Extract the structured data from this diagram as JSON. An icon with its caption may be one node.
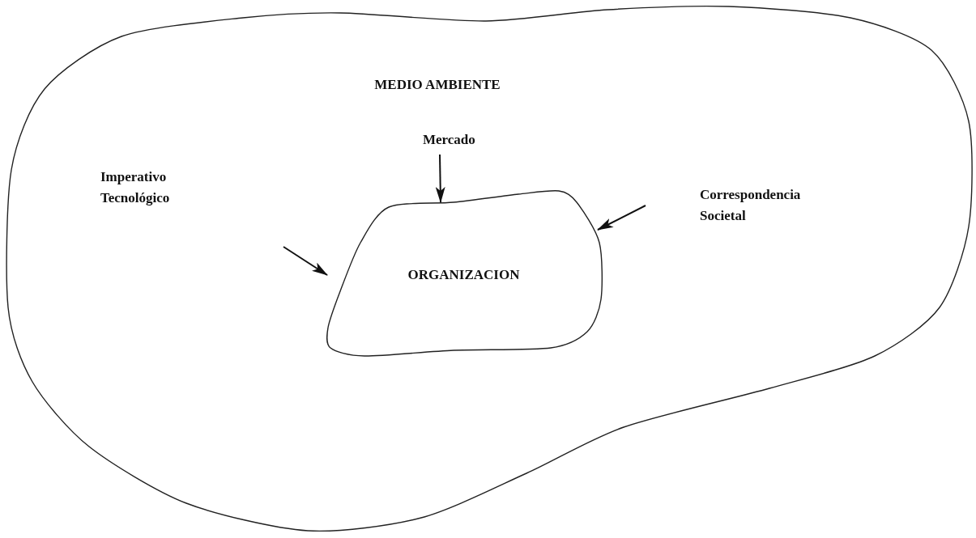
{
  "diagram": {
    "nodes": [
      {
        "text": [
          "MEDIO AMBIENTE"
        ]
      },
      {
        "text": [
          "Mercado"
        ],
        "in": 0
      },
      {
        "text": [
          "Imperativo Tecnológico"
        ],
        "in": 0
      },
      {
        "text": [
          "Correspondencia Societal"
        ],
        "in": 0
      },
      {
        "text": [
          "ORGANIZACION"
        ],
        "in": 0
      }
    ],
    "edges": [
      {
        "from": 1,
        "to": 4,
        "arrow": "to"
      },
      {
        "from": null,
        "to": 4,
        "arrow": "to"
      },
      {
        "from": 3,
        "to": 4,
        "arrow": "to"
      }
    ]
  }
}
